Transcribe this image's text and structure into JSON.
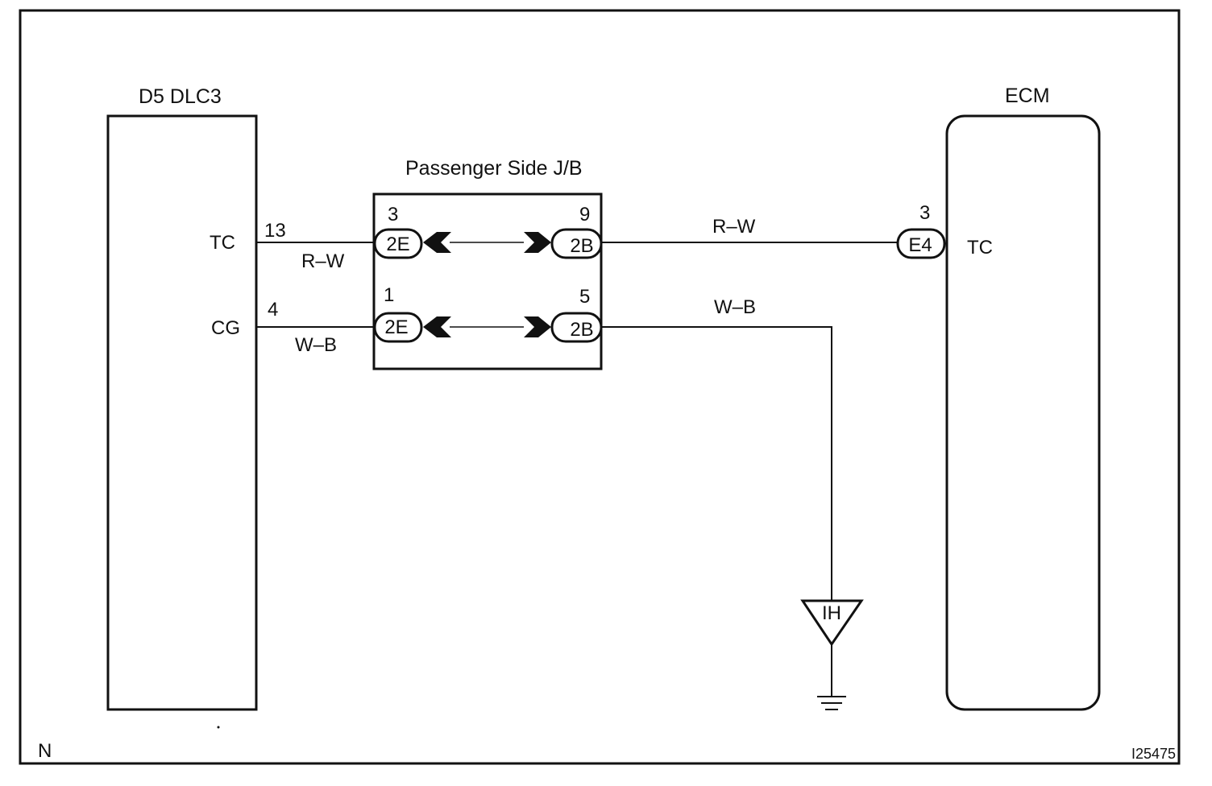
{
  "components": {
    "dlc3": {
      "title": "D5 DLC3",
      "pins": [
        {
          "name": "TC",
          "number": "13"
        },
        {
          "name": "CG",
          "number": "4"
        }
      ]
    },
    "junction_block": {
      "title": "Passenger Side J/B",
      "rows": [
        {
          "left_connector": "2E",
          "left_pin": "3",
          "right_connector": "2B",
          "right_pin": "9"
        },
        {
          "left_connector": "2E",
          "left_pin": "1",
          "right_connector": "2B",
          "right_pin": "5"
        }
      ]
    },
    "ecm": {
      "title": "ECM",
      "pin_name": "TC",
      "connector": "E4",
      "pin_number": "3"
    },
    "ground": {
      "code": "IH"
    }
  },
  "wires": {
    "tc_left": "R–W",
    "cg_left": "W–B",
    "tc_right": "R–W",
    "cg_right": "W–B"
  },
  "footer": {
    "corner_left": "N",
    "figure_id": "I25475"
  }
}
